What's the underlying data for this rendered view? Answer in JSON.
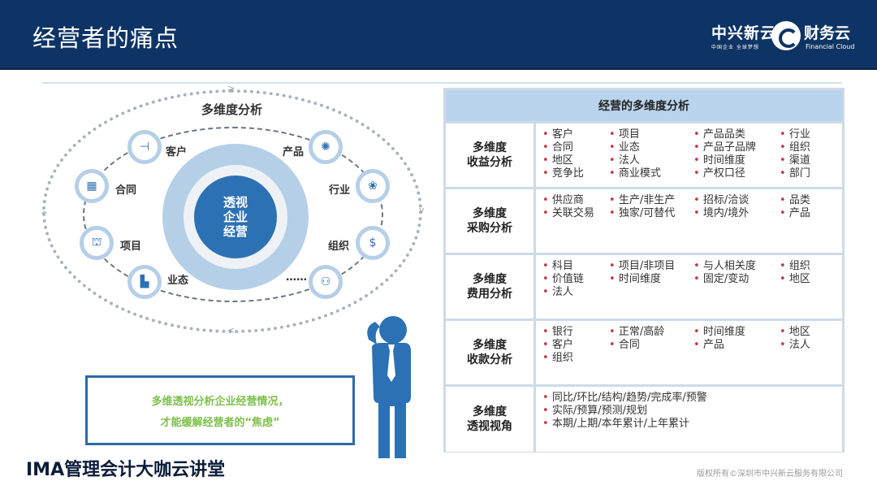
{
  "header": {
    "title": "经营者的痛点",
    "logo": {
      "company_cn": "中兴新云",
      "slogan": "中国企业 全球梦想",
      "brand_cn": "财务云",
      "brand_en": "Financial Cloud"
    }
  },
  "diagram": {
    "title": "多维度分析",
    "center": [
      "透视",
      "企业",
      "经营"
    ],
    "nodes": [
      {
        "label": "客户",
        "icon": "signpost-icon"
      },
      {
        "label": "合同",
        "icon": "building-icon"
      },
      {
        "label": "项目",
        "icon": "tower-icon"
      },
      {
        "label": "业态",
        "icon": "blocks-icon"
      },
      {
        "label": "产品",
        "icon": "sale-badge-icon"
      },
      {
        "label": "行业",
        "icon": "flower-icon"
      },
      {
        "label": "组织",
        "icon": "coins-icon"
      },
      {
        "label": "……",
        "icon": "people-icon"
      }
    ]
  },
  "note": {
    "line1": "多维透视分析企业经营情况，",
    "line2": "才能缓解经营者的“焦虑”"
  },
  "table": {
    "title": "经营的多维度分析",
    "rows": [
      {
        "label": [
          "多维度",
          "收益分析"
        ],
        "cols": [
          [
            "客户",
            "合同",
            "地区",
            "竞争比"
          ],
          [
            "项目",
            "业态",
            "法人",
            "商业模式"
          ],
          [
            "产品品类",
            "产品子品牌",
            "时间维度",
            "产权口径"
          ],
          [
            "行业",
            "组织",
            "渠道",
            "部门"
          ]
        ]
      },
      {
        "label": [
          "多维度",
          "采购分析"
        ],
        "cols": [
          [
            "供应商",
            "关联交易"
          ],
          [
            "生产/非生产",
            "独家/可替代"
          ],
          [
            "招标/洽谈",
            "境内/境外"
          ],
          [
            "品类",
            "产品"
          ]
        ]
      },
      {
        "label": [
          "多维度",
          "费用分析"
        ],
        "cols": [
          [
            "科目",
            "价值链",
            "法人"
          ],
          [
            "项目/非项目",
            "时间维度"
          ],
          [
            "与人相关度",
            "固定/变动"
          ],
          [
            "组织",
            "地区"
          ]
        ]
      },
      {
        "label": [
          "多维度",
          "收款分析"
        ],
        "cols": [
          [
            "银行",
            "客户",
            "组织"
          ],
          [
            "正常/高龄",
            "合同"
          ],
          [
            "时间维度",
            "产品"
          ],
          [
            "地区",
            "法人"
          ]
        ]
      },
      {
        "label": [
          "多维度",
          "透视视角"
        ],
        "cols": [
          [
            "同比/环比/结构/趋势/完成率/预警",
            "实际/预算/预测/规划",
            "本期/上期/本年累计/上年累计"
          ]
        ]
      }
    ]
  },
  "footer": {
    "left": "IMA管理会计大咖云讲堂",
    "right": "版权所有©深圳市中兴新云服务有限公司"
  },
  "colors": {
    "header_bg": "#0d3464",
    "accent_blue": "#2d71b5",
    "ring_light": "#b5cfe7",
    "table_head": "#b9d4ec",
    "note_green": "#7cbf4a",
    "bullet_red": "#c0384a"
  }
}
